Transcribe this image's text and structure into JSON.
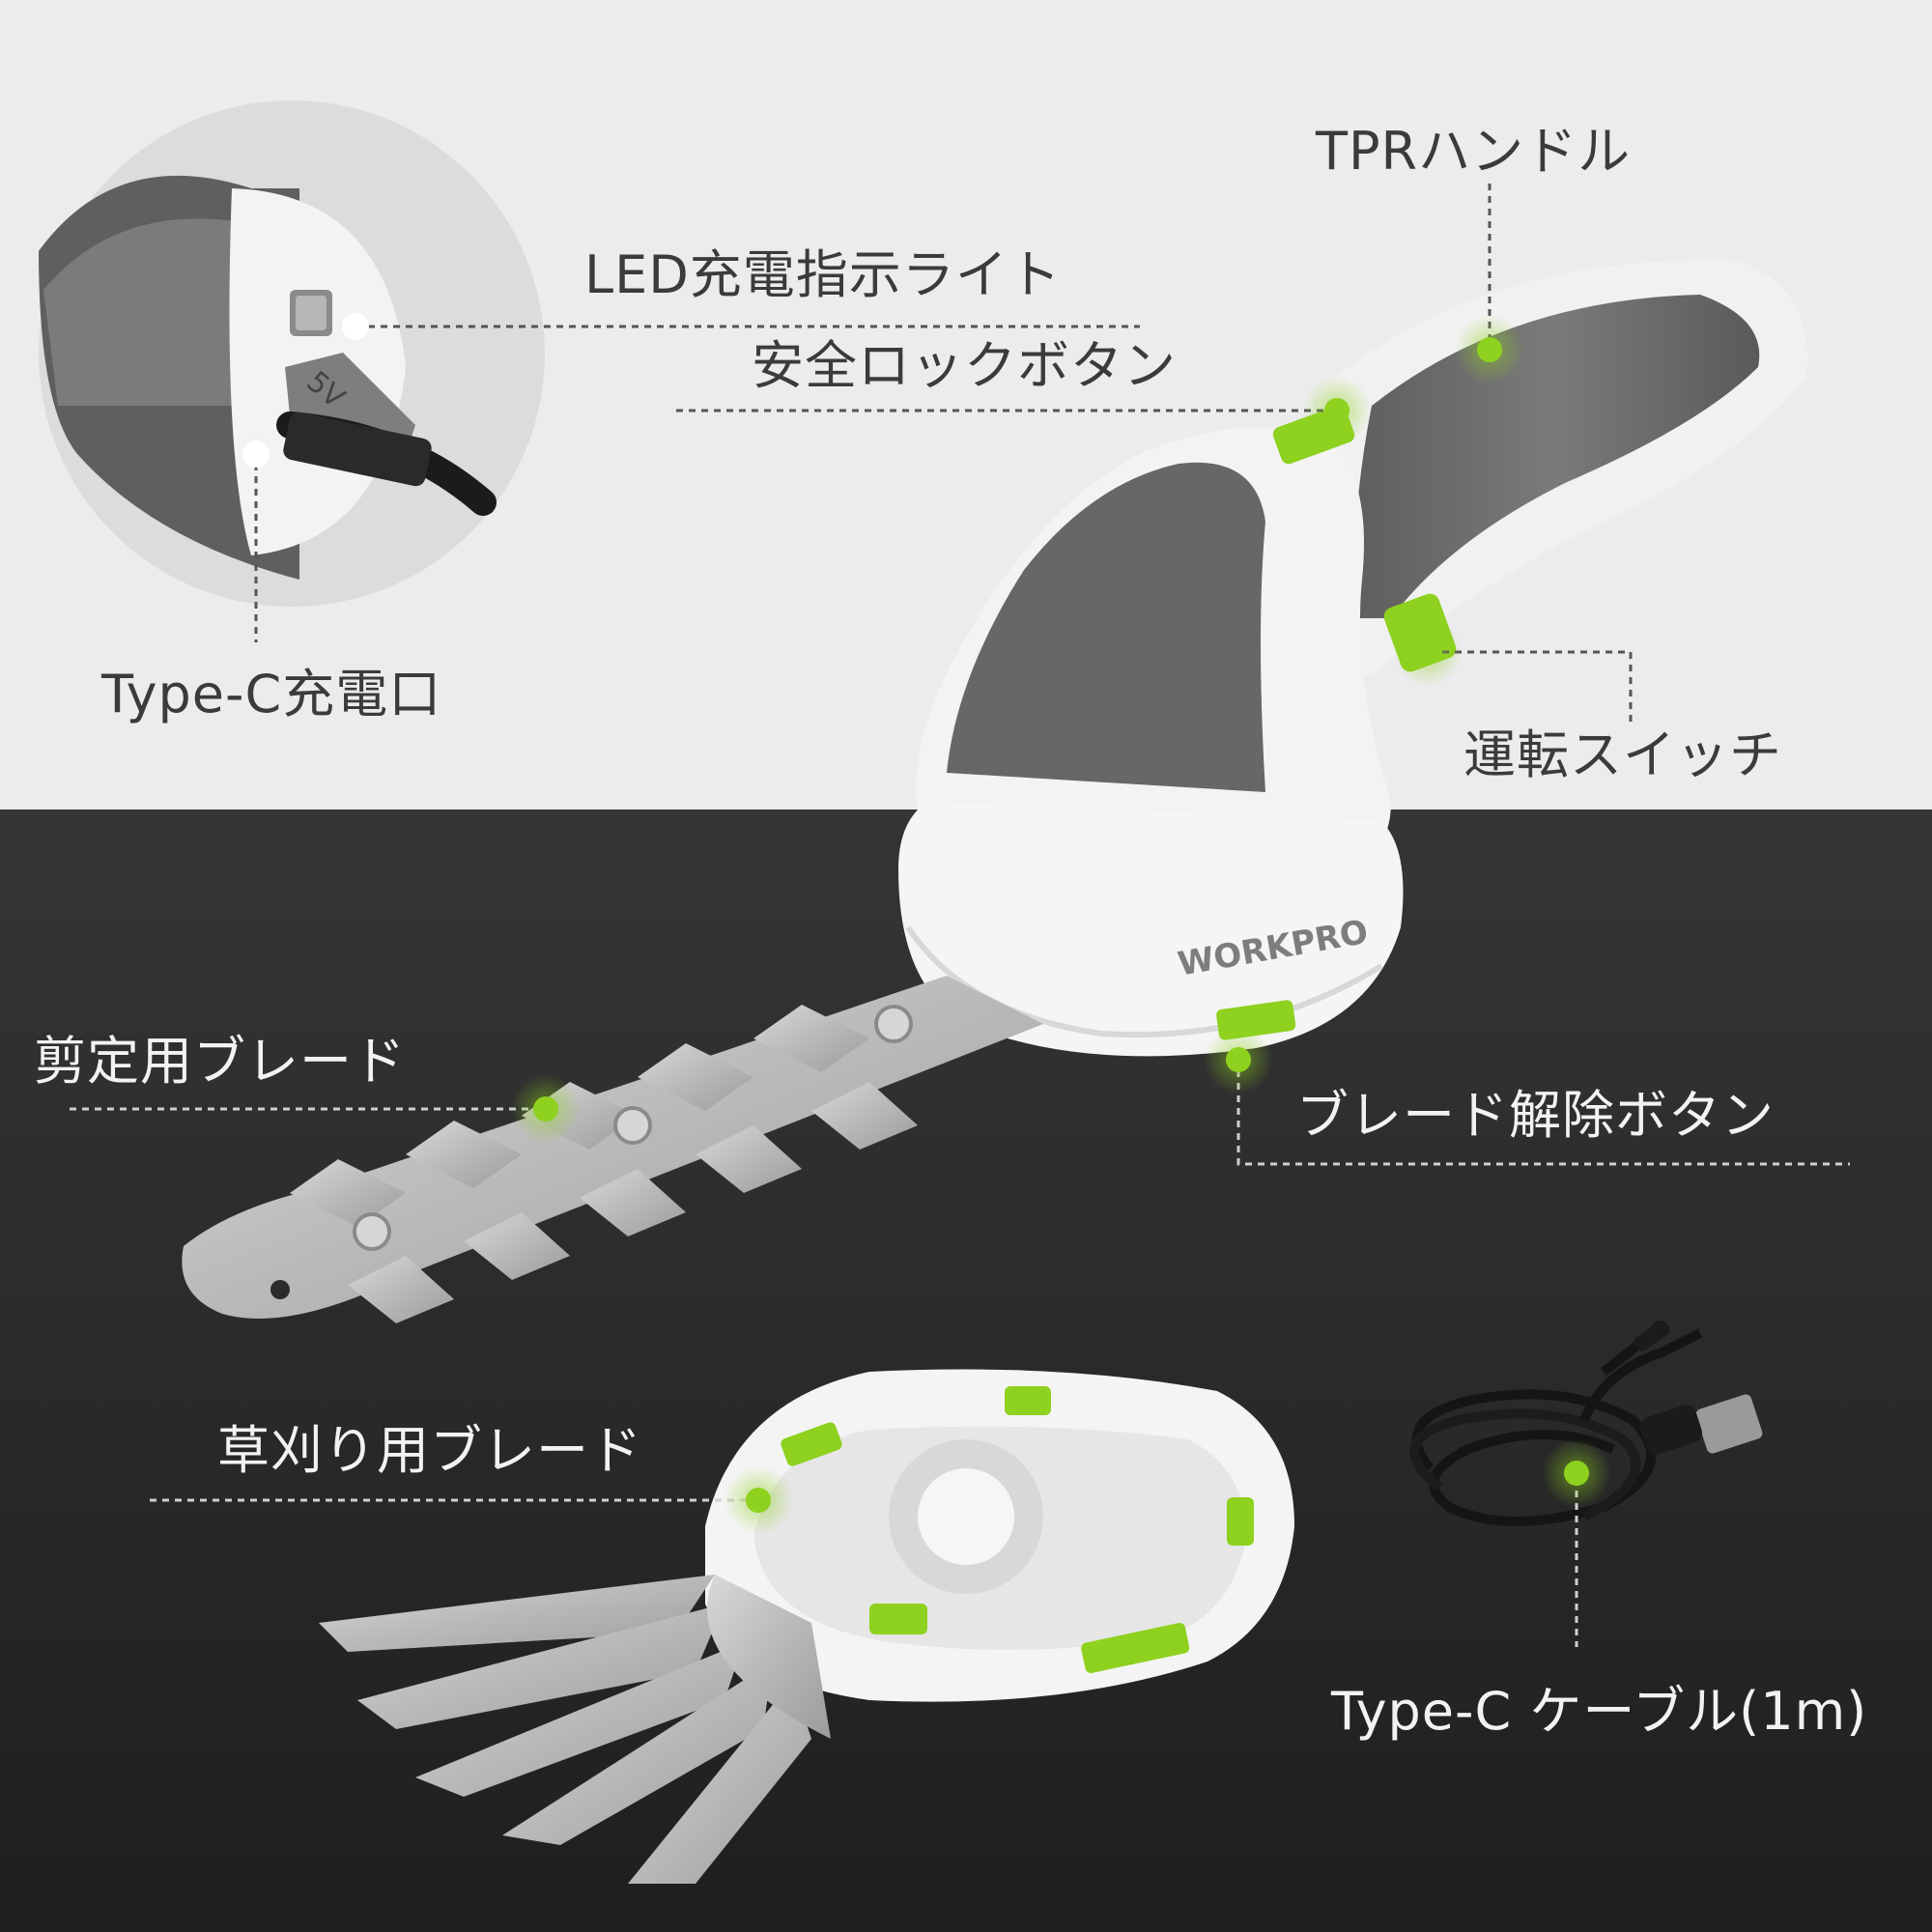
{
  "labels": {
    "tpr_handle": "TPRハンドル",
    "led_indicator": "LED充電指示ライト",
    "safety_lock": "安全ロックボタン",
    "type_c_port": "Type-C充電口",
    "power_switch": "運転スイッチ",
    "trimming_blade": "剪定用ブレード",
    "blade_release": "ブレード解除ボタン",
    "grass_blade": "草刈り用ブレード",
    "type_c_cable": "Type-C ケーブル(1m)"
  },
  "brand": "WORKPRO",
  "port_marking": "5V",
  "colors": {
    "accent_green": "#8ed11f",
    "background_light": "#ececee",
    "background_dark": "#2b2b2b",
    "body_white": "#f4f4f4",
    "grip_gray": "#6f6f6f"
  }
}
